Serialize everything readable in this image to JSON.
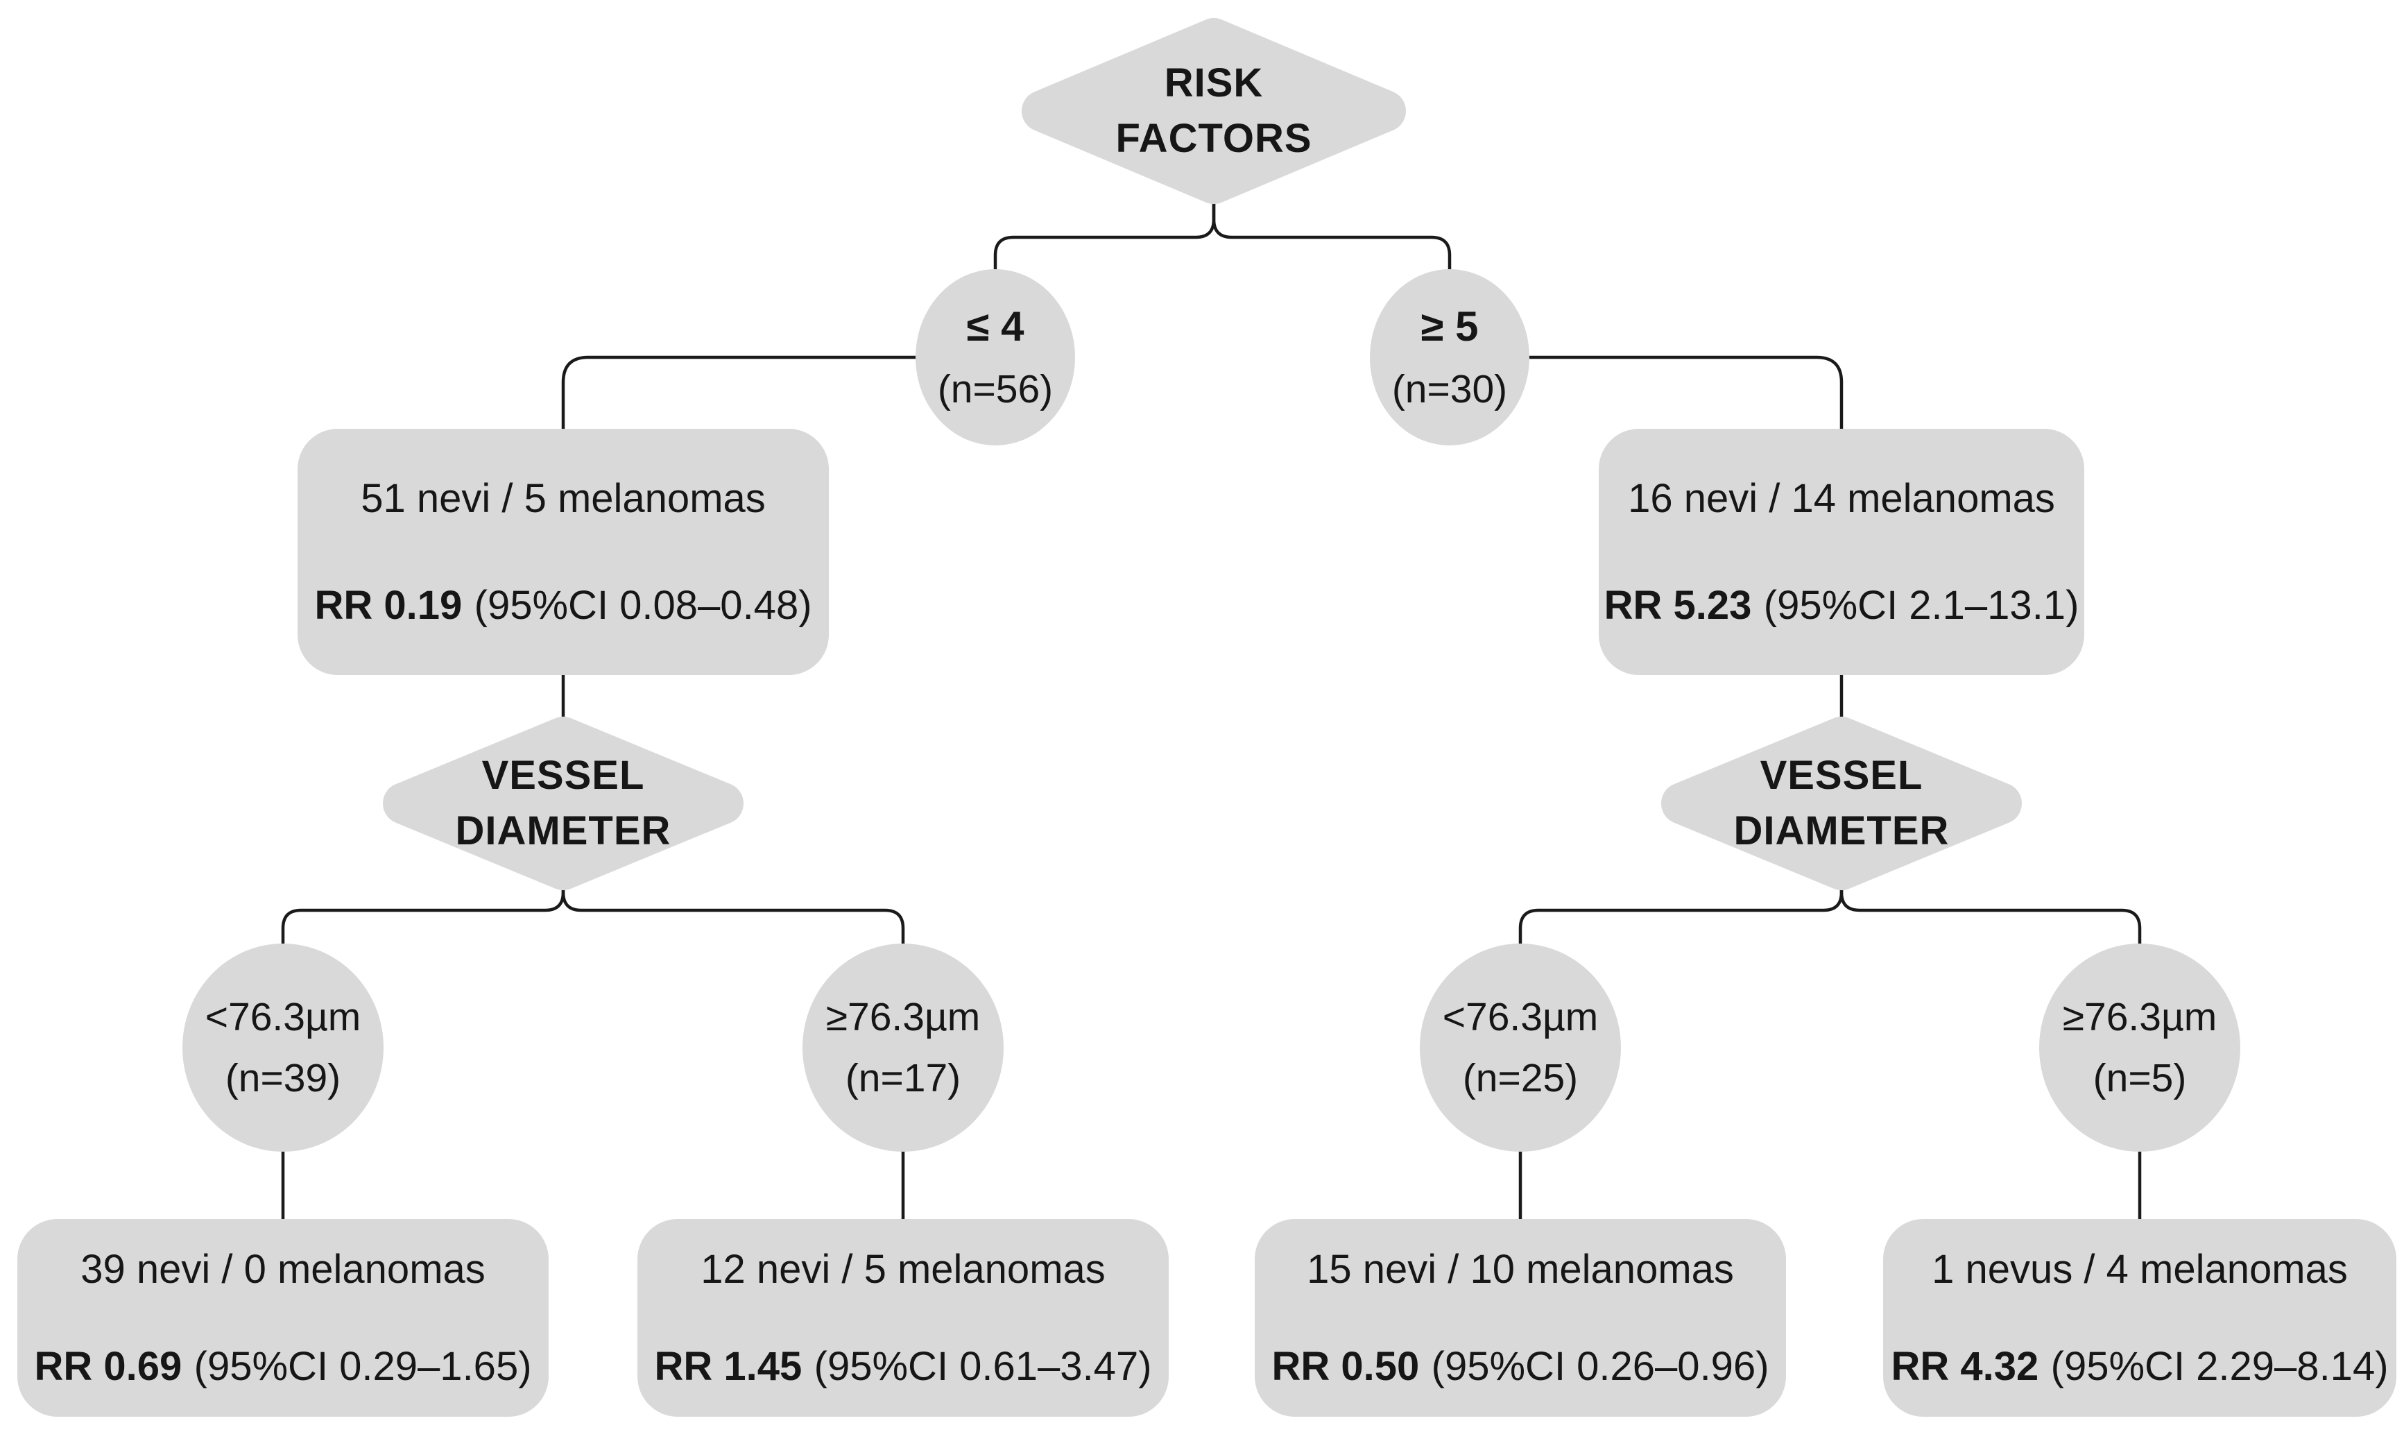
{
  "colors": {
    "node_fill": "#d9d9d9",
    "line": "#1a1a1a",
    "text": "#161616",
    "background": "#ffffff"
  },
  "tree": {
    "root": {
      "line1": "RISK",
      "line2": "FACTORS"
    },
    "low_risk": {
      "condition": {
        "value": "≤ 4",
        "n": "(n=56)"
      },
      "outcome": {
        "counts": "51 nevi / 5 melanomas",
        "rr": "RR 0.19",
        "ci": "(95%CI 0.08–0.48)"
      },
      "decision": {
        "line1": "VESSEL",
        "line2": "DIAMETER"
      },
      "children": [
        {
          "condition": {
            "value": "<76.3µm",
            "n": "(n=39)"
          },
          "outcome": {
            "counts": "39 nevi / 0 melanomas",
            "rr": "RR 0.69",
            "ci": "(95%CI 0.29–1.65)"
          }
        },
        {
          "condition": {
            "value": "≥76.3µm",
            "n": "(n=17)"
          },
          "outcome": {
            "counts": "12 nevi / 5 melanomas",
            "rr": "RR 1.45",
            "ci": "(95%CI 0.61–3.47)"
          }
        }
      ]
    },
    "high_risk": {
      "condition": {
        "value": "≥ 5",
        "n": "(n=30)"
      },
      "outcome": {
        "counts": "16 nevi / 14 melanomas",
        "rr": "RR 5.23",
        "ci": "(95%CI 2.1–13.1)"
      },
      "decision": {
        "line1": "VESSEL",
        "line2": "DIAMETER"
      },
      "children": [
        {
          "condition": {
            "value": "<76.3µm",
            "n": "(n=25)"
          },
          "outcome": {
            "counts": "15 nevi / 10 melanomas",
            "rr": "RR 0.50",
            "ci": "(95%CI 0.26–0.96)"
          }
        },
        {
          "condition": {
            "value": "≥76.3µm",
            "n": "(n=5)"
          },
          "outcome": {
            "counts": "1 nevus / 4 melanomas",
            "rr": "RR 4.32",
            "ci": "(95%CI 2.29–8.14)"
          }
        }
      ]
    }
  }
}
